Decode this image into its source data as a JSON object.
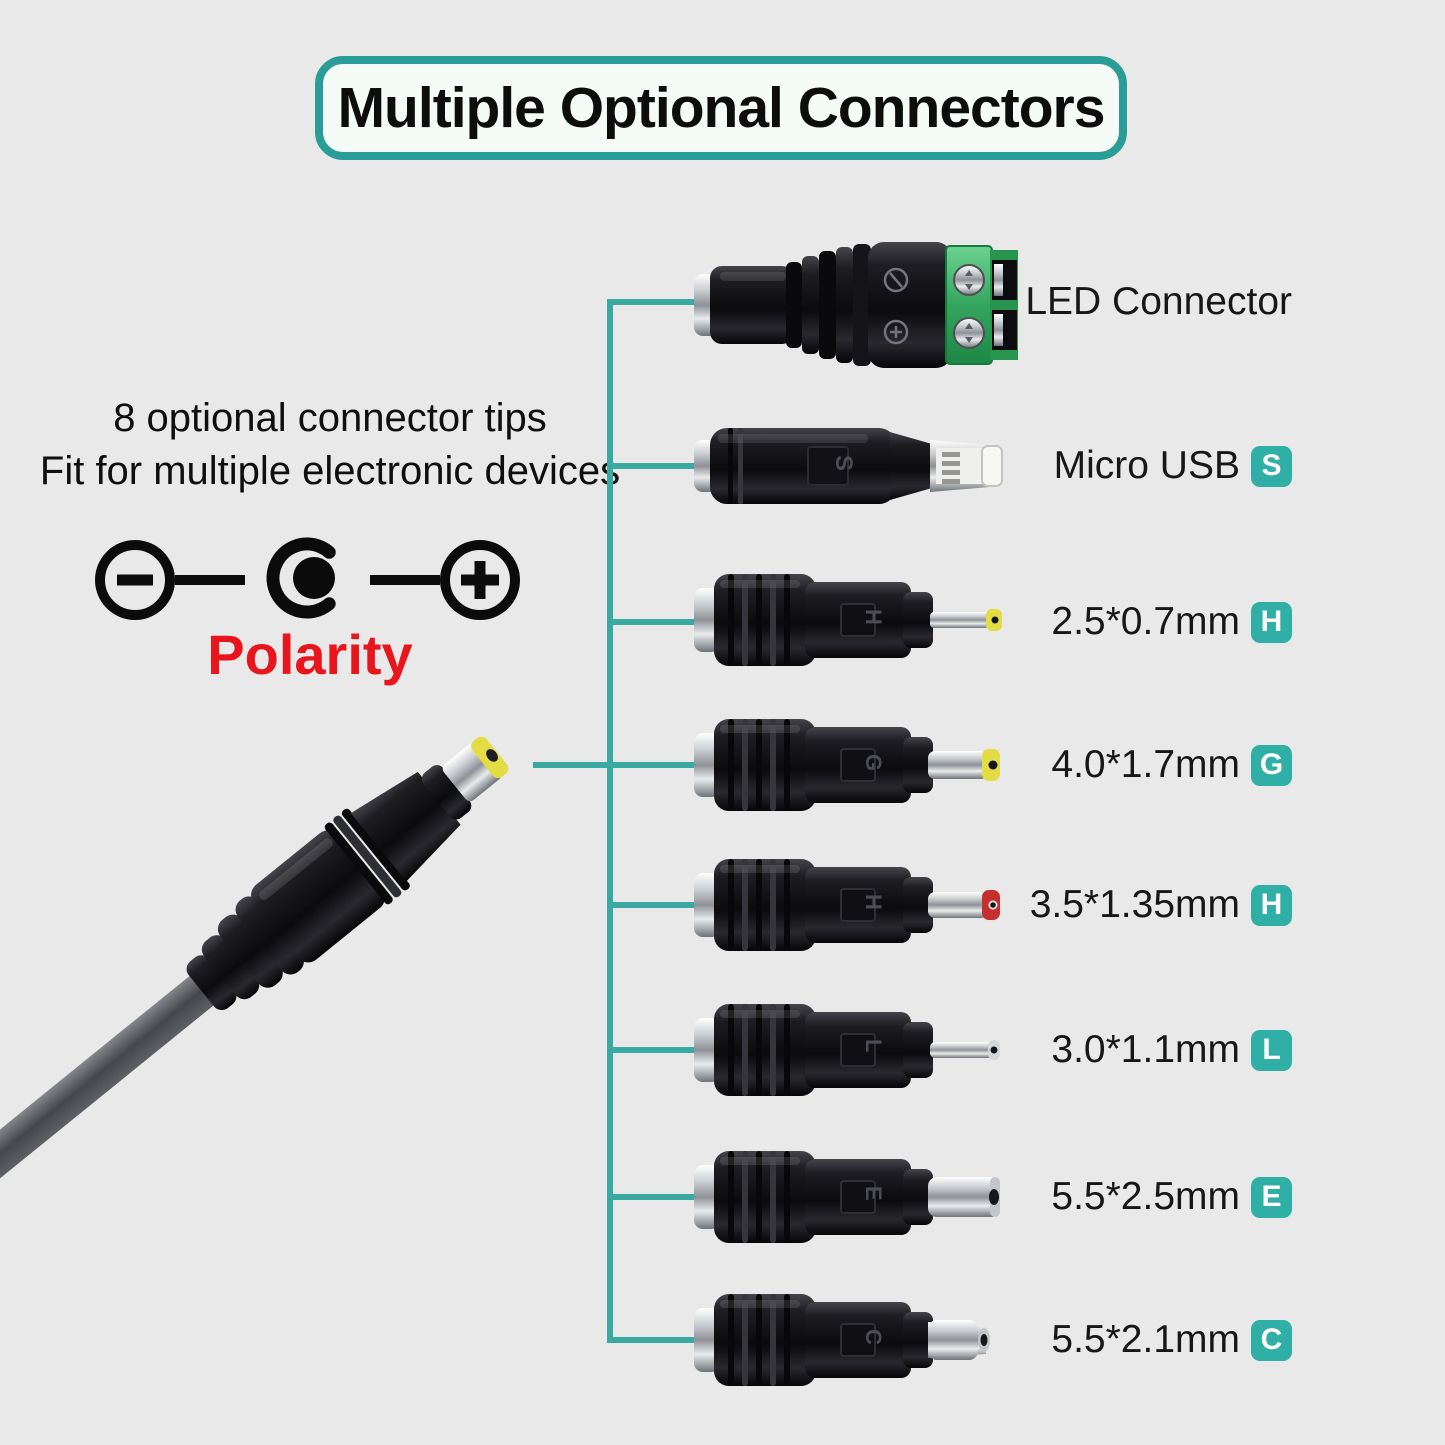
{
  "title": "Multiple Optional Connectors",
  "intro": {
    "line1": "8 optional connector tips",
    "line2": "Fit for multiple electronic devices"
  },
  "polarity": {
    "label": "Polarity",
    "label_color": "#e9151d",
    "symbol": "center-negative-outer-positive"
  },
  "colors": {
    "background": "#e9e9e9",
    "tree_line": "#3aa9a2",
    "badge": "#30afa6",
    "title_border": "#2a9d96"
  },
  "connectors": [
    {
      "label": "LED Connector",
      "badge": "",
      "marking": ""
    },
    {
      "label": "Micro USB",
      "badge": "S",
      "marking": "S"
    },
    {
      "label": "2.5*0.7mm",
      "badge": "H",
      "marking": "H",
      "tip_color": "#e3dc45"
    },
    {
      "label": "4.0*1.7mm",
      "badge": "G",
      "marking": "G",
      "tip_color": "#e3dc45"
    },
    {
      "label": "3.5*1.35mm",
      "badge": "H",
      "marking": "H",
      "tip_color": "#c5302e"
    },
    {
      "label": "3.0*1.1mm",
      "badge": "L",
      "marking": "L",
      "tip_color": ""
    },
    {
      "label": "5.5*2.5mm",
      "badge": "E",
      "marking": "E",
      "tip_color": ""
    },
    {
      "label": "5.5*2.1mm",
      "badge": "C",
      "marking": "C",
      "tip_color": ""
    }
  ]
}
